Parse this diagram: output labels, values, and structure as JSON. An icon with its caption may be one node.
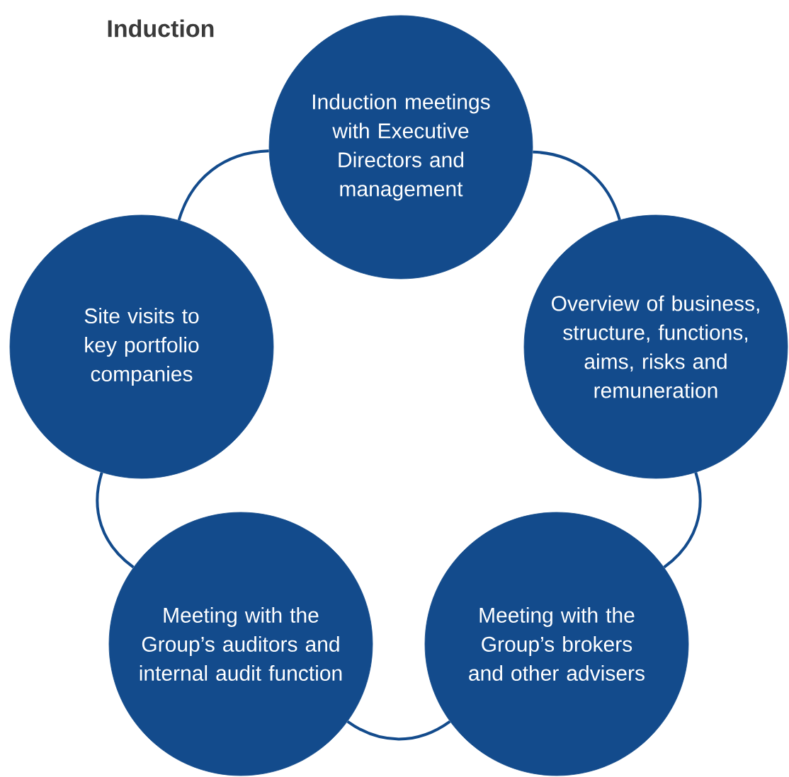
{
  "diagram": {
    "title": "Induction",
    "nodes": [
      {
        "text": [
          "Induction meetings with Executive Directors and management"
        ]
      },
      {
        "text": [
          "Overview of business, structure, functions, aims, risks and remuneration"
        ]
      },
      {
        "text": [
          "Meeting with the Group’s brokers and other advisers"
        ]
      },
      {
        "text": [
          "Meeting with the Group’s auditors and internal audit function"
        ]
      },
      {
        "text": [
          "Site visits to key portfolio companies"
        ]
      }
    ],
    "edges": [
      {
        "from": 0,
        "to": 1,
        "arrow": "none"
      },
      {
        "from": 1,
        "to": 2,
        "arrow": "none"
      },
      {
        "from": 2,
        "to": 3,
        "arrow": "none"
      },
      {
        "from": 3,
        "to": 4,
        "arrow": "none"
      },
      {
        "from": 4,
        "to": 0,
        "arrow": "none"
      }
    ]
  }
}
